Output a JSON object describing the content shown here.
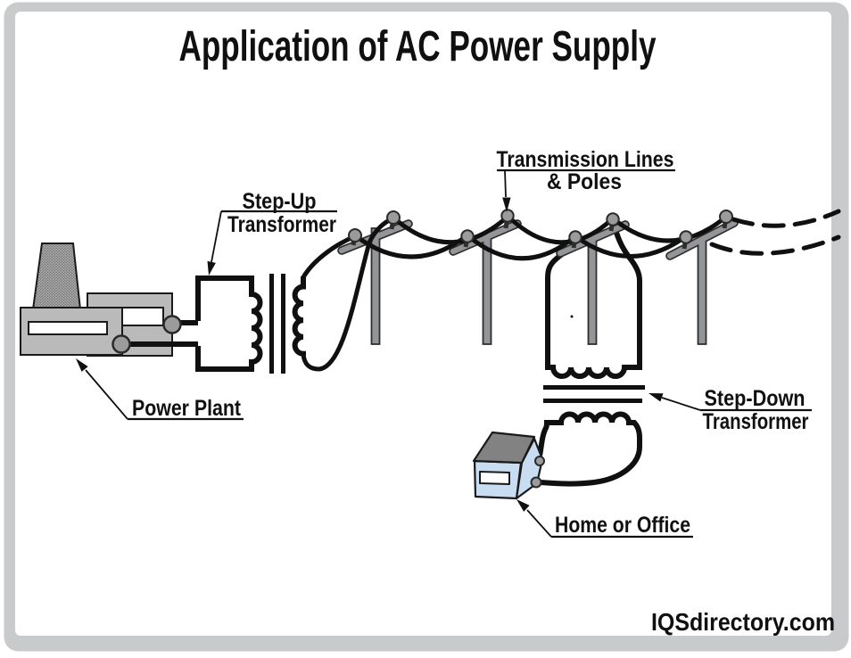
{
  "title": "Application of AC Power Supply",
  "watermark": "IQSdirectory.com",
  "labels": {
    "power_plant": "Power Plant",
    "step_up_line1": "Step-Up",
    "step_up_line2": "Transformer",
    "transmission_line1": "Transmission Lines",
    "transmission_line2": "& Poles",
    "step_down_line1": "Step-Down",
    "step_down_line2": "Transformer",
    "home": "Home or Office"
  },
  "colors": {
    "frame": "#c8cacc",
    "paper": "#ffffff",
    "ink": "#101010",
    "pole": "#939598",
    "pole_edge": "#2f2f2f",
    "building": "#b9bab9",
    "tower_base": "#b2b2b2",
    "tower_dot": "#6f6f6f",
    "terminal": "#9b9b9b",
    "house_wall": "#c9ddf2",
    "house_roof": "#828282",
    "window": "#ffffff"
  }
}
